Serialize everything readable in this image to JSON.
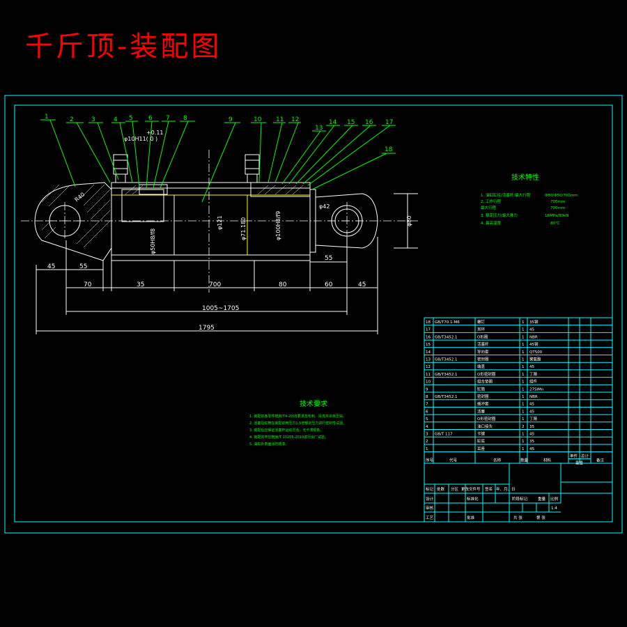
{
  "title": "千斤顶-装配图",
  "balloons": [
    "1",
    "2",
    "3",
    "4",
    "5",
    "6",
    "7",
    "8",
    "9",
    "10",
    "11",
    "12",
    "13",
    "14",
    "15",
    "16",
    "17",
    "18"
  ],
  "dims_bottom_row1": [
    "45",
    "55"
  ],
  "dims_bottom_row2": [
    "70",
    "35",
    "700",
    "80",
    "60",
    "45"
  ],
  "dim_right_55": "55",
  "dim_stroke": "1005~1705",
  "dim_total": "1795",
  "dim_fits": [
    "φ10H11( 0 )",
    "+0.11",
    "φ50H8/f8",
    "φ121",
    "φ71.180",
    "φ100H8/f9",
    "φ42",
    "φ80",
    "R40"
  ],
  "tech_chars": {
    "heading": "技术特性",
    "lines": [
      [
        "1. 油缸缸径/活塞杆/最大行程",
        "Φ80/Φ50/700mm"
      ],
      [
        "2. 工作行程",
        "700mm"
      ],
      [
        "   最大行程",
        "700mm"
      ],
      [
        "3. 额定压力/最大推力",
        "16MPa/80kN"
      ],
      [
        "4. 最高温度",
        "80℃"
      ]
    ]
  },
  "tech_req": {
    "heading": "技术要求",
    "lines": [
      "1. 装配前各零件按JB/T4-2005要求去毛刺、清洗并涂液压油。",
      "2. 活塞及缸筒在装配前用压力1.5倍额定压力进行密封性试验。",
      "3. 装配后应保证活塞杆运动灵活，无卡滞现象。",
      "4. 装配完毕应按JB/T 10205-2010进行出厂试验。",
      "5. 油缸外表面涂防锈漆。"
    ]
  },
  "bom": {
    "rows": [
      [
        "18",
        "GB/T70.1-M6",
        "螺钉",
        "1",
        "35钢",
        ""
      ],
      [
        "17",
        "",
        "耳环",
        "1",
        "45",
        ""
      ],
      [
        "16",
        "GB/T3452.1",
        "O形圈",
        "1",
        "NBR",
        ""
      ],
      [
        "15",
        "",
        "活塞杆",
        "1",
        "45钢",
        ""
      ],
      [
        "14",
        "",
        "导向套",
        "1",
        "QT500",
        ""
      ],
      [
        "13",
        "GB/T3452.1",
        "密封圈",
        "1",
        "聚氨酯",
        ""
      ],
      [
        "12",
        "",
        "端盖",
        "1",
        "45",
        ""
      ],
      [
        "11",
        "GB/T3452.1",
        "O形密封圈",
        "1",
        "丁腈",
        ""
      ],
      [
        "10",
        "",
        "组合垫圈",
        "1",
        "组件",
        ""
      ],
      [
        "9",
        "",
        "缸筒",
        "1",
        "27SiMn",
        ""
      ],
      [
        "8",
        "GB/T3452.1",
        "密封圈",
        "1",
        "NBR",
        ""
      ],
      [
        "7",
        "",
        "缓冲套",
        "1",
        "45",
        ""
      ],
      [
        "6",
        "",
        "活塞",
        "1",
        "45",
        ""
      ],
      [
        "5",
        "",
        "O形密封圈",
        "1",
        "丁腈",
        ""
      ],
      [
        "4",
        "",
        "油口接头",
        "2",
        "35",
        ""
      ],
      [
        "3",
        "GB/T 117",
        "卡键",
        "1",
        "45",
        ""
      ],
      [
        "2",
        "",
        "缸底",
        "1",
        "35",
        ""
      ],
      [
        "1",
        "",
        "耳座",
        "1",
        "45",
        ""
      ]
    ],
    "header": [
      "序号",
      "代号",
      "名称",
      "数量",
      "材料",
      "单件",
      "总计",
      "备注"
    ],
    "header_sub": "重量",
    "title_block": {
      "row1": [
        "标记",
        "处数",
        "分区",
        "更改文件号",
        "签名",
        "年、月、日"
      ],
      "row2": [
        "设计",
        "标准化",
        "阶段标记",
        "重量",
        "比例"
      ],
      "scale": "1:4",
      "row3": [
        "审核"
      ],
      "row4": [
        "工艺",
        "批准",
        "共 张",
        "第 张"
      ]
    }
  }
}
